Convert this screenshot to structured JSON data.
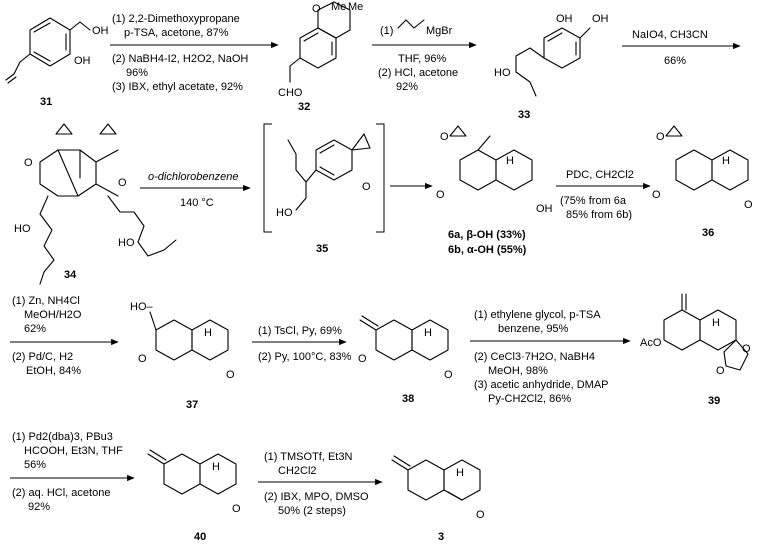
{
  "rows": [
    {
      "compounds": [
        {
          "id": "c31",
          "label": "31"
        },
        {
          "id": "c32",
          "label": "32"
        },
        {
          "id": "c33",
          "label": "33"
        }
      ],
      "steps": [
        {
          "id": "s1",
          "above": [
            "(1) 2,2-Dimethoxypropane",
            "p-TSA, acetone, 87%"
          ],
          "below": [
            "(2) NaBH4-I2, H2O2, NaOH",
            "96%",
            "(3) IBX, ethyl acetate, 92%"
          ]
        },
        {
          "id": "s2",
          "above": [
            "(1)",
            "MgBr"
          ],
          "below": [
            "THF, 96%",
            "(2) HCl, acetone",
            "92%"
          ]
        },
        {
          "id": "s3",
          "above": [
            "NaIO4, CH3CN"
          ],
          "below": [
            "66%"
          ]
        }
      ]
    },
    {
      "compounds": [
        {
          "id": "c34",
          "label": "34"
        },
        {
          "id": "c35",
          "label": "35"
        },
        {
          "id": "c6",
          "label_a": "6a, β-OH (33%)",
          "label_b": "6b, α-OH (55%)"
        },
        {
          "id": "c36",
          "label": "36"
        }
      ],
      "steps": [
        {
          "id": "s4",
          "above": [
            "o-dichlorobenzene"
          ],
          "below": [
            "140 °C"
          ]
        },
        {
          "id": "s5",
          "above": [
            "PDC, CH2Cl2"
          ],
          "below": [
            "(75% from 6a",
            "85% from 6b)"
          ]
        }
      ]
    },
    {
      "compounds": [
        {
          "id": "c37",
          "label": "37"
        },
        {
          "id": "c38",
          "label": "38"
        },
        {
          "id": "c39",
          "label": "39"
        }
      ],
      "steps": [
        {
          "id": "s6",
          "above": [
            "(1) Zn, NH4Cl",
            "MeOH/H2O",
            "62%"
          ],
          "below": [
            "(2) Pd/C, H2",
            "EtOH, 84%"
          ]
        },
        {
          "id": "s7",
          "above": [
            "(1) TsCl, Py, 69%"
          ],
          "below": [
            "(2) Py, 100°C, 83%"
          ]
        },
        {
          "id": "s8",
          "above": [
            "(1) ethylene glycol, p-TSA",
            "benzene, 95%"
          ],
          "below": [
            "(2) CeCl3·7H2O, NaBH4",
            "MeOH, 98%",
            "(3) acetic anhydride, DMAP",
            "Py-CH2Cl2, 86%"
          ]
        }
      ]
    },
    {
      "compounds": [
        {
          "id": "c40",
          "label": "40"
        },
        {
          "id": "c3",
          "label": "3"
        }
      ],
      "steps": [
        {
          "id": "s9",
          "above": [
            "(1) Pd2(dba)3, PBu3",
            "HCOOH, Et3N, THF",
            "56%"
          ],
          "below": [
            "(2) aq. HCl, acetone",
            "92%"
          ]
        },
        {
          "id": "s10",
          "above": [
            "(1) TMSOTf, Et3N",
            "CH2Cl2"
          ],
          "below": [
            "(2) IBX, MPO, DMSO",
            "50% (2 steps)"
          ]
        }
      ]
    }
  ],
  "atoms": {
    "oh": "OH",
    "ho": "HO",
    "o": "O",
    "h": "H",
    "me": "Me",
    "cho": "CHO",
    "aco": "AcO",
    "ho_dash": "HO–"
  }
}
